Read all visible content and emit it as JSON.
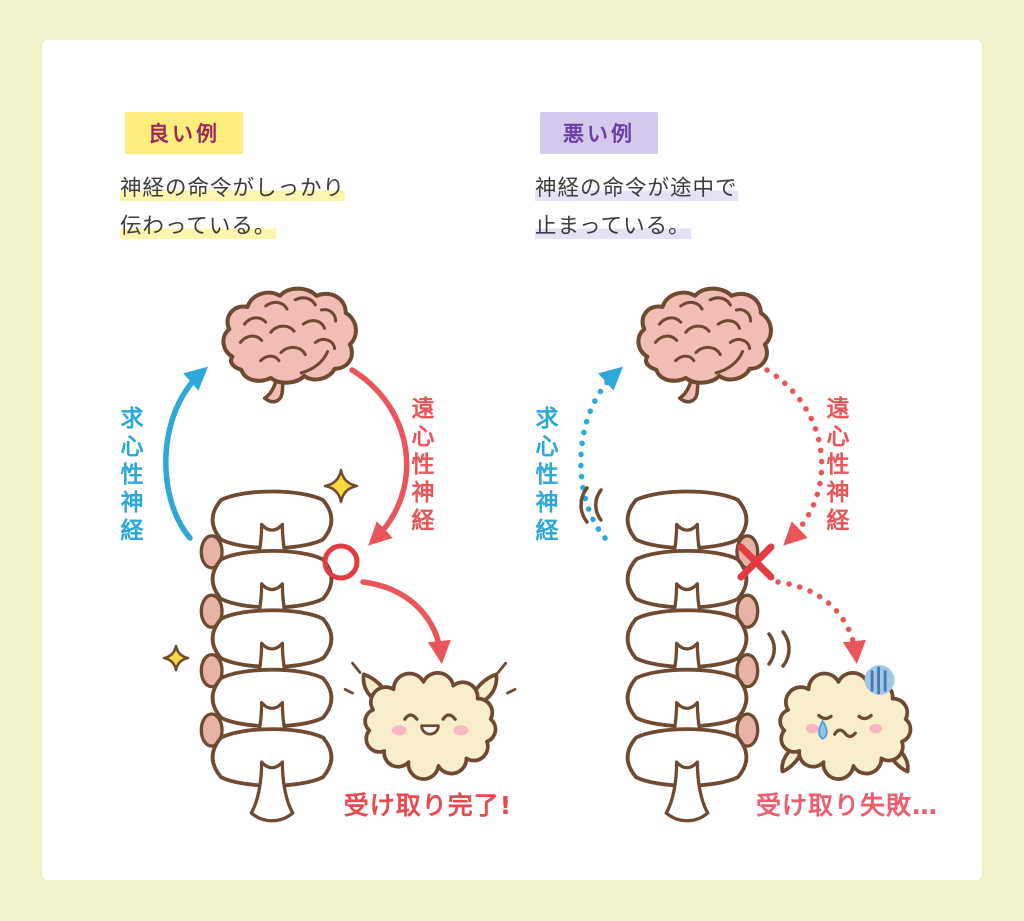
{
  "good_example": {
    "badge_label": "良い例",
    "caption_line1": "神経の命令がしっかり",
    "caption_line2": "伝わっている。",
    "afferent_nerve_label": "求心性神経",
    "efferent_nerve_label": "遠心性神経",
    "result_label": "受け取り完了!",
    "marker_icon": "red-circle-success",
    "effect_icons": [
      "sparkle-star-large",
      "sparkle-star-small"
    ]
  },
  "bad_example": {
    "badge_label": "悪い例",
    "caption_line1": "神経の命令が途中で",
    "caption_line2": "止まっている。",
    "afferent_nerve_label": "求心性神経",
    "efferent_nerve_label": "遠心性神経",
    "result_label": "受け取り失敗…",
    "marker_icon": "red-x-blocked",
    "effect_icons": [
      "shake-lines",
      "shake-lines",
      "gloom-stripes",
      "tear-drop"
    ]
  },
  "colors": {
    "background": "#f1f2c9",
    "panel": "#ffffff",
    "outline_brown": "#6f4a33",
    "brain_pink": "#f3bdb7",
    "disc_pink": "#e9b2a9",
    "muscle_cream": "#f8eecb",
    "afferent_blue": "#2ea7d9",
    "efferent_red": "#e8565a",
    "marker_red": "#e23b41",
    "good_badge_bg": "#fcee7d",
    "good_badge_text": "#9e2a5a",
    "good_highlight": "#fdf5ad",
    "bad_badge_bg": "#d4c8ec",
    "bad_badge_text": "#6b3fa8",
    "bad_highlight": "#e7e1f5",
    "result_good": "#e84a50",
    "result_bad": "#ec5f6e"
  }
}
